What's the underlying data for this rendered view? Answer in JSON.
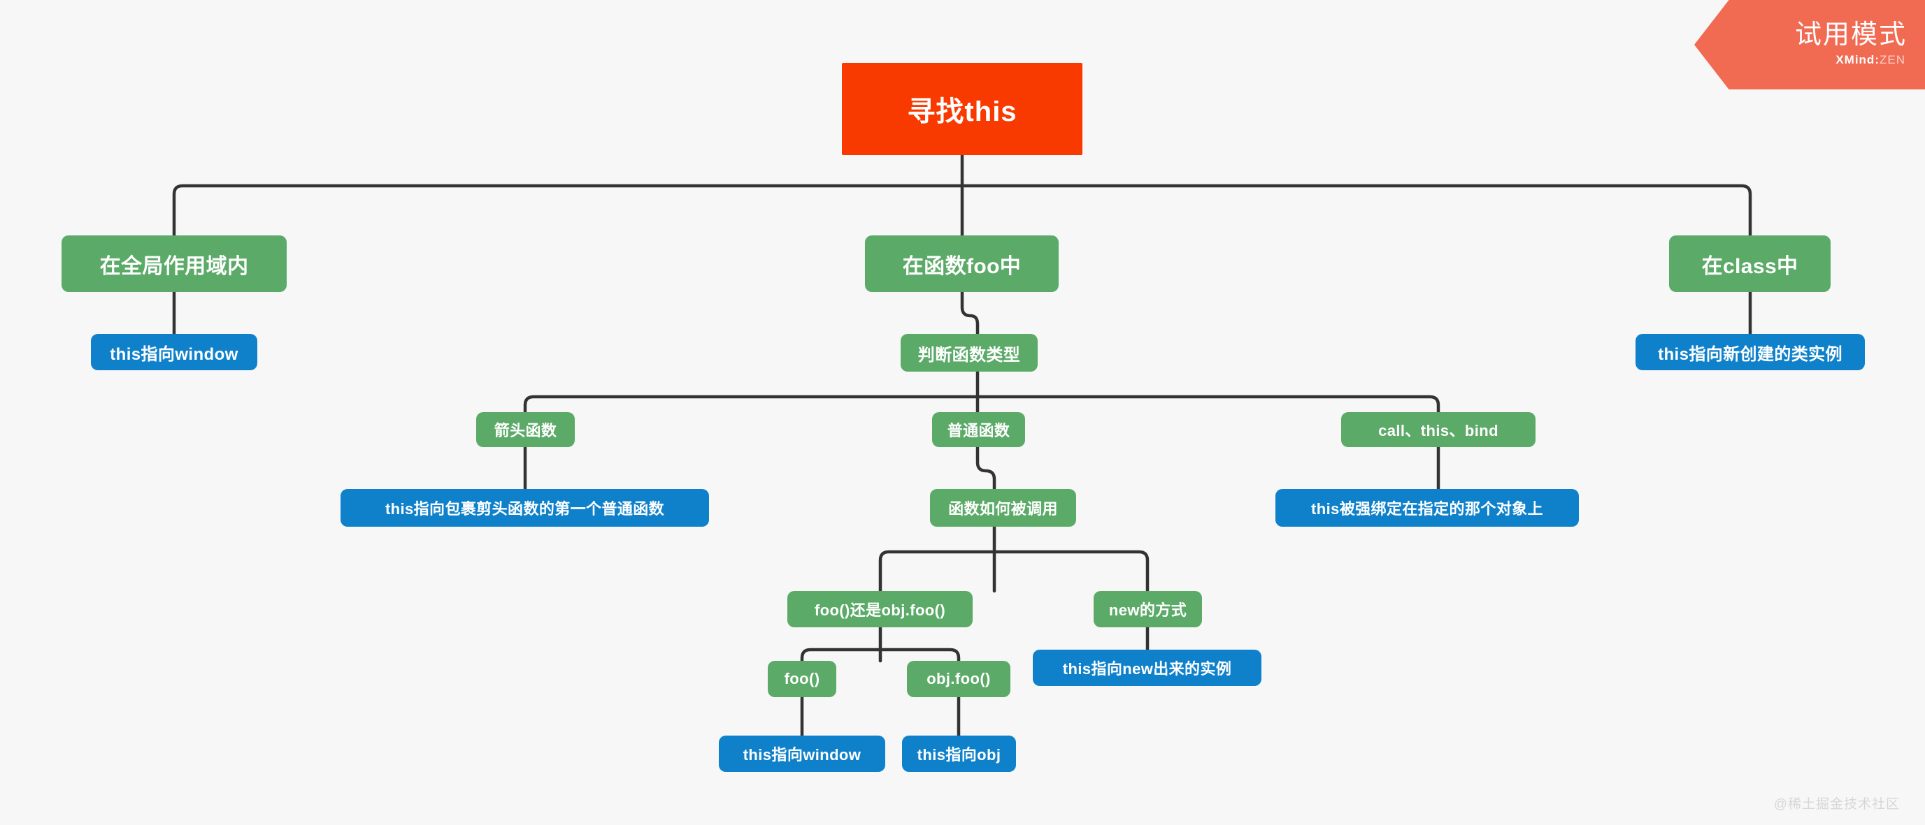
{
  "app": {
    "background_color": "#f7f7f7",
    "trial_badge": {
      "title": "试用模式",
      "brand_primary": "XMind",
      "brand_separator": ":",
      "brand_secondary": "ZEN",
      "badge_color": "#f16a52"
    },
    "watermark": "@稀土掘金技术社区"
  },
  "theme": {
    "root_color": "#f93a00",
    "topic_color": "#5baa68",
    "leaf_color": "#0f81cb",
    "connector_color": "#333333",
    "text_color": "#ffffff"
  },
  "mindmap": {
    "root": {
      "label": "寻找this"
    },
    "nodes": {
      "global_scope": {
        "label": "在全局作用域内"
      },
      "global_result": {
        "label": "this指向window"
      },
      "in_function_foo": {
        "label": "在函数foo中"
      },
      "judge_fn_type": {
        "label": "判断函数类型"
      },
      "arrow_fn": {
        "label": "箭头函数"
      },
      "arrow_fn_result": {
        "label": "this指向包裹剪头函数的第一个普通函数"
      },
      "normal_fn": {
        "label": "普通函数"
      },
      "how_called": {
        "label": "函数如何被调用"
      },
      "foo_or_objfoo": {
        "label": "foo()还是obj.foo()"
      },
      "foo_call": {
        "label": "foo()"
      },
      "foo_call_result": {
        "label": "this指向window"
      },
      "objfoo_call": {
        "label": "obj.foo()"
      },
      "objfoo_result": {
        "label": "this指向obj"
      },
      "new_way": {
        "label": "new的方式"
      },
      "new_way_result": {
        "label": "this指向new出来的实例"
      },
      "call_this_bind": {
        "label": "call、this、bind"
      },
      "call_bind_result": {
        "label": "this被强绑定在指定的那个对象上"
      },
      "in_class": {
        "label": "在class中"
      },
      "in_class_result": {
        "label": "this指向新创建的类实例"
      }
    }
  }
}
